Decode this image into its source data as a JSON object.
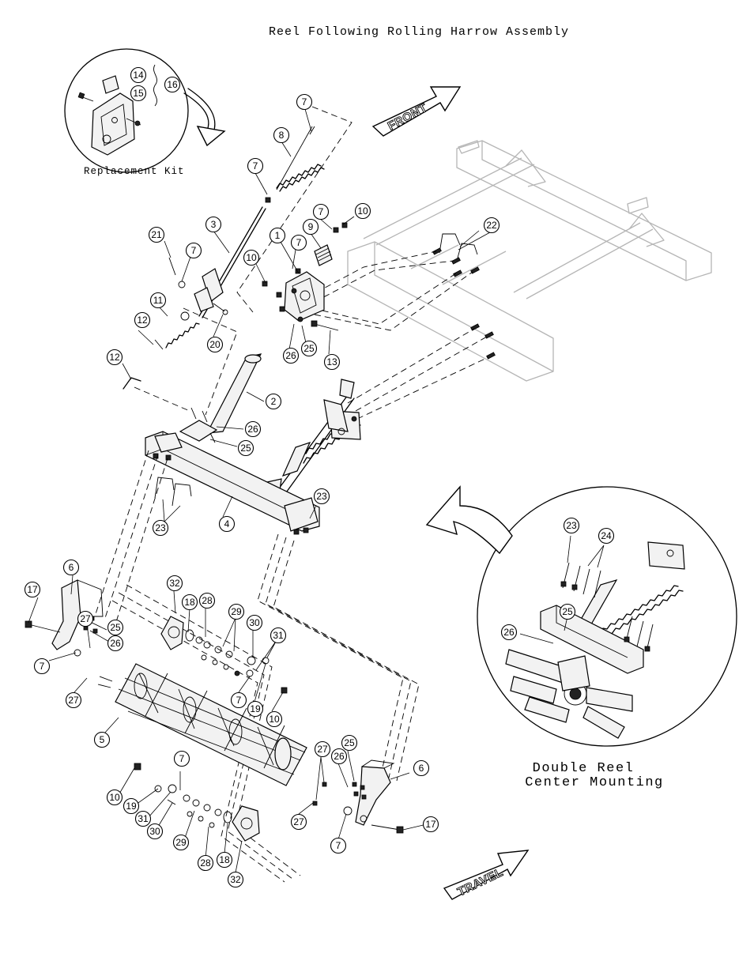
{
  "title": "Reel Following Rolling Harrow Assembly",
  "replacement_kit_label": "Replacement Kit",
  "front_arrow_label": "FRONT",
  "travel_arrow_label": "TRAVEL",
  "double_reel_caption": {
    "line1": "Double Reel",
    "line2": "Center Mounting"
  },
  "callouts": {
    "c1": "1",
    "c2": "2",
    "c3": "3",
    "c4": "4",
    "c5": "5",
    "c6": "6",
    "c6b": "6",
    "c7a": "7",
    "c7b": "7",
    "c7c": "7",
    "c7d": "7",
    "c7e": "7",
    "c7f": "7",
    "c7g": "7",
    "c7h": "7",
    "c8": "8",
    "c9": "9",
    "c10a": "10",
    "c10b": "10",
    "c10c": "10",
    "c10d": "10",
    "c11": "11",
    "c12a": "12",
    "c12b": "12",
    "c13": "13",
    "c14": "14",
    "c15": "15",
    "c16": "16",
    "c17a": "17",
    "c17b": "17",
    "c18a": "18",
    "c18b": "18",
    "c19a": "19",
    "c19b": "19",
    "c20": "20",
    "c21": "21",
    "c22": "22",
    "c23a": "23",
    "c23b": "23",
    "c23c": "23",
    "c24": "24",
    "c25a": "25",
    "c25b": "25",
    "c25c": "25",
    "c25d": "25",
    "c25e": "25",
    "c26a": "26",
    "c26b": "26",
    "c26c": "26",
    "c26d": "26",
    "c26e": "26",
    "c27a": "27",
    "c27b": "27",
    "c27c": "27",
    "c27d": "27",
    "c28a": "28",
    "c28b": "28",
    "c29a": "29",
    "c29b": "29",
    "c30a": "30",
    "c30b": "30",
    "c31a": "31",
    "c31b": "31",
    "c32a": "32",
    "c32b": "32"
  }
}
